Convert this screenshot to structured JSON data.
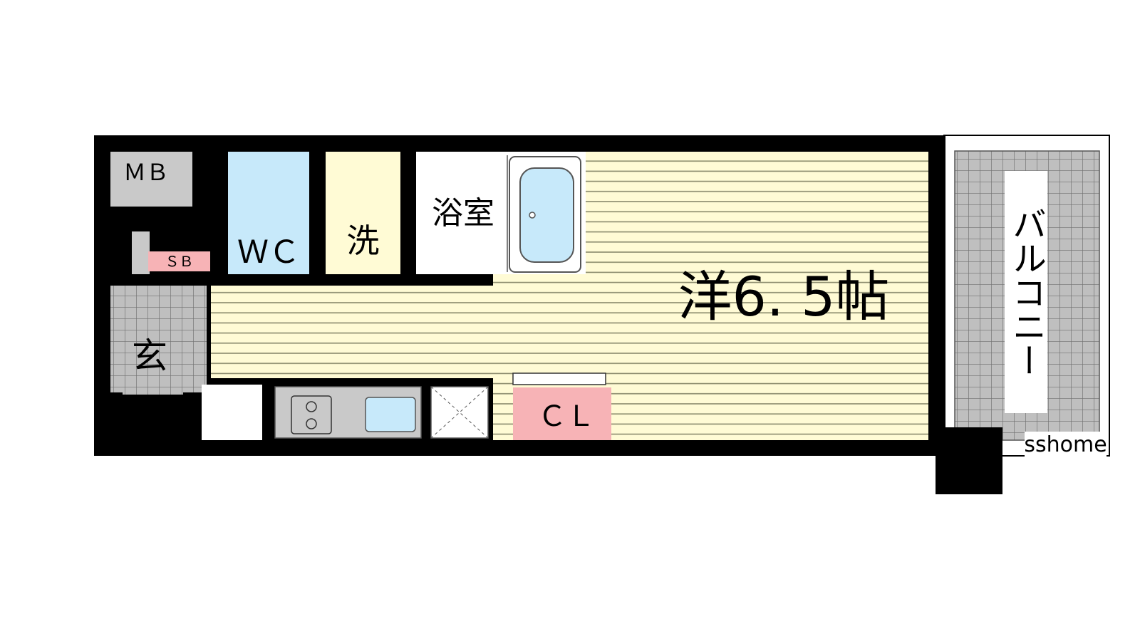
{
  "rooms": {
    "mb": "ＭＢ",
    "sb": "ＳＢ",
    "wc": "ＷＣ",
    "washroom": "洗",
    "bathroom": "浴室",
    "main_room": "洋6. 5帖",
    "entrance": "玄",
    "closet": "ＣＬ",
    "balcony": "バルコニー"
  },
  "watermark": "sshome",
  "colors": {
    "wall": "#000000",
    "floor": "#fffbd5",
    "floor_line": "#8a8a6c",
    "blue": "#c7e9fa",
    "pink": "#f7b3b6",
    "gray": "#c9c9c9",
    "tile": "#bfbfbf"
  }
}
